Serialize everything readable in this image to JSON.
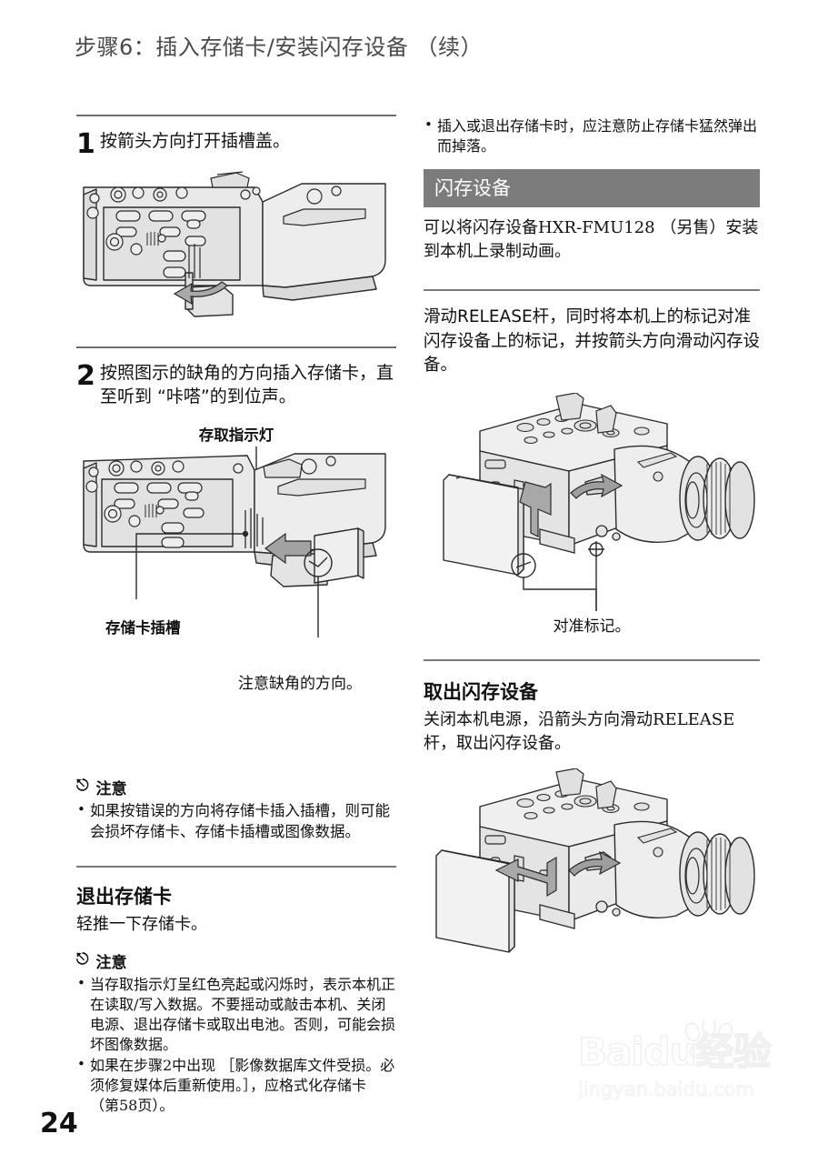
{
  "page": {
    "header_title": "步骤6：插入存储卡/安装闪存设备 （续）",
    "page_number": "24"
  },
  "left_column": {
    "step1": {
      "number": "1",
      "text": "按箭头方向打开插槽盖。"
    },
    "step2": {
      "number": "2",
      "text": "按照图示的缺角的方向插入存储卡，直至听到 “咔嗒”的到位声。"
    },
    "figure2_labels": {
      "access_lamp": "存取指示灯",
      "card_slot": "存储卡插槽",
      "notch_direction": "注意缺角的方向。"
    },
    "note1": {
      "icon": "note-flash-icon",
      "title": "注意",
      "items": [
        "如果按错误的方向将存储卡插入插槽，则可能会损坏存储卡、存储卡插槽或图像数据。"
      ]
    },
    "eject_section": {
      "heading": "退出存储卡",
      "body": "轻推一下存储卡。"
    },
    "note2": {
      "icon": "note-flash-icon",
      "title": "注意",
      "items": [
        "当存取指示灯呈红色亮起或闪烁时，表示本机正在读取/写入数据。不要摇动或敲击本机、关闭电源、退出存储卡或取出电池。否则，可能会损坏图像数据。",
        "如果在步骤2中出现 ［影像数据库文件受损。必须修复媒体后重新使用。］，应格式化存储卡 （第58页）。"
      ]
    }
  },
  "right_column": {
    "top_bullets": [
      "插入或退出存储卡时，应注意防止存储卡猛然弹出而掉落。"
    ],
    "flash_unit_bar": "闪存设备",
    "flash_unit_intro": "可以将闪存设备HXR-FMU128 （另售）安装到本机上录制动画。",
    "attach_instruction": "滑动RELEASE杆，同时将本机上的标记对准闪存设备上的标记，并按箭头方向滑动闪存设备。",
    "figure_label_align_mark": "对准标记。",
    "remove_section": {
      "heading": "取出闪存设备",
      "body": "关闭本机电源，沿箭头方向滑动RELEASE杆，取出闪存设备。"
    }
  },
  "watermark": {
    "brand": "Baidu经验",
    "url": "jingyan.baidu.com"
  },
  "colors": {
    "text": "#1a1a1a",
    "header_text": "#4a4a4a",
    "rule": "#6e6e6e",
    "grey_bar": "#7c7c7c",
    "illustration_fill": "#e8e8e8",
    "illustration_line": "#2b2b2b"
  }
}
